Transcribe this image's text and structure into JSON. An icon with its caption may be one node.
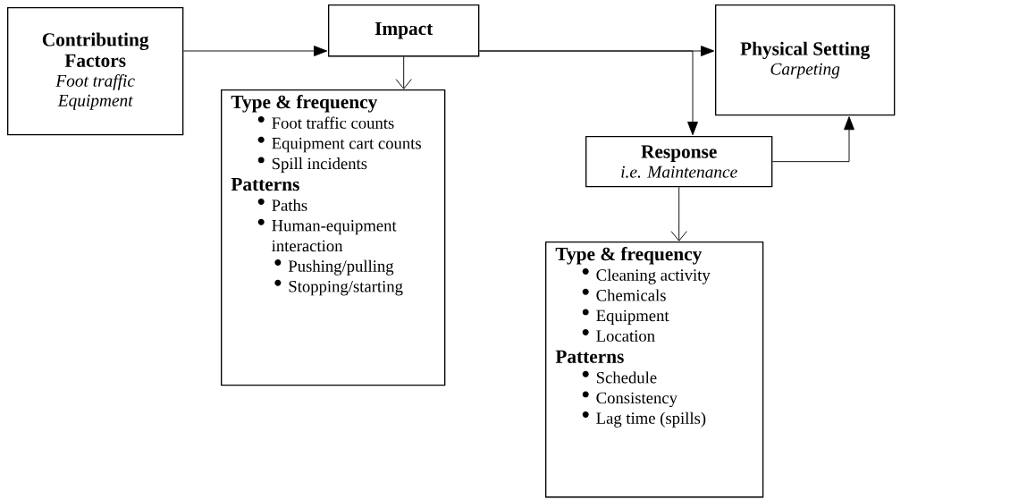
{
  "diagram": {
    "nodes": [
      {
        "text": [
          "Contributing Factors",
          "Foot traffic",
          "Equipment"
        ]
      },
      {
        "text": [
          "Impact"
        ]
      },
      {
        "text": [
          "Physical Setting",
          "Carpeting"
        ]
      },
      {
        "text": [
          "Type & frequency",
          "Foot traffic counts",
          "Equipment cart counts",
          "Spill incidents",
          "Patterns",
          "Paths",
          "Human-equipment interaction",
          "Pushing/pulling",
          "Stopping/starting"
        ]
      },
      {
        "text": [
          "Response",
          "i.e. Maintenance"
        ]
      },
      {
        "text": [
          "Type & frequency",
          "Cleaning activity",
          "Chemicals",
          "Equipment",
          "Location",
          "Patterns",
          "Schedule",
          "Consistency",
          "Lag time (spills)"
        ]
      }
    ],
    "edges": [
      {
        "from": 0,
        "to": 1,
        "arrow": "to"
      },
      {
        "from": 1,
        "to": 2,
        "arrow": "to"
      },
      {
        "from": 1,
        "to": 4,
        "arrow": "to"
      },
      {
        "from": 1,
        "to": 3,
        "arrow": "to"
      },
      {
        "from": 4,
        "to": 2,
        "arrow": "to"
      },
      {
        "from": 4,
        "to": 5,
        "arrow": "to"
      }
    ]
  }
}
